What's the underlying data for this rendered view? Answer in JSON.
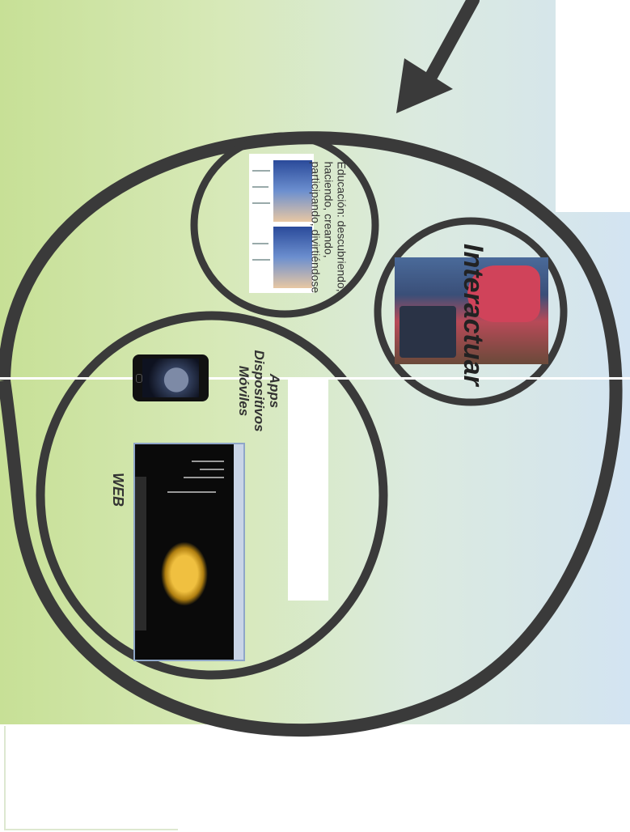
{
  "bubbles": {
    "education_text": "Educación: descubriendo, haciendo, creando, participando, divirtiéndose",
    "interact_label": "Interactuar",
    "apps_label_line1": "Apps",
    "apps_label_line2": "Dispositivos",
    "apps_label_line3": "Móviles",
    "web_label": "WEB"
  },
  "colors": {
    "frame": "#3a3a3a",
    "background_green": "#c7e096",
    "background_blue": "#d3e4f2"
  },
  "icons": {
    "arrow": "arrow-down-left-icon"
  }
}
